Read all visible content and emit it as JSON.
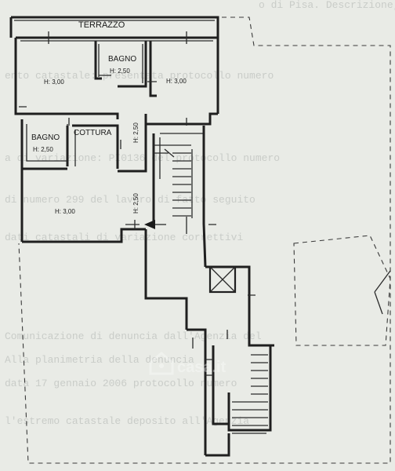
{
  "background_text": [
    "o di Pisa. Descrizione, da sopralluogo,",
    "ento catastale: presentata protocollo numero",
    "a di variazione: PI0136 del protocollo numero",
    "di numero 299 del lavoro di fatto seguito",
    "dati catastali di variazione correttivi",
    "Comunicazione di denuncia dall'Agenzia del",
    "Alla planimetria della denuncia",
    "data 17 gennaio 2006 protocollo numero",
    "l'estremo catastale deposito all'Agenzia"
  ],
  "rooms": [
    {
      "name": "TERRAZZO",
      "height": ""
    },
    {
      "name": "BAGNO",
      "height": "H: 2,50"
    },
    {
      "name": "",
      "height": "H: 3,00"
    },
    {
      "name": "",
      "height": "H: 3,00"
    },
    {
      "name": "BAGNO",
      "height": "H: 2,50"
    },
    {
      "name": "COTTURA",
      "height": ""
    },
    {
      "name": "",
      "height": "H: 2,50"
    },
    {
      "name": "",
      "height": "H: 2,50"
    },
    {
      "name": "",
      "height": "H: 3,00"
    }
  ],
  "watermark": "casa.it",
  "colors": {
    "paper": "#e9ebe6",
    "line": "#1f1f1f"
  }
}
